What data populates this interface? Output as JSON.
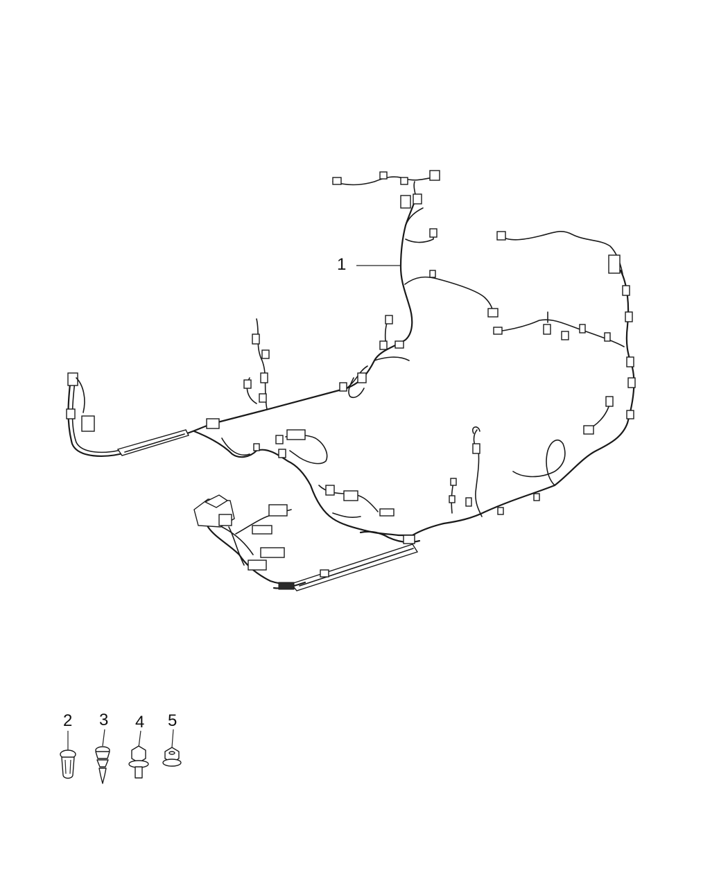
{
  "callouts": [
    {
      "id": "1",
      "label": "1"
    },
    {
      "id": "2",
      "label": "2"
    },
    {
      "id": "3",
      "label": "3"
    },
    {
      "id": "4",
      "label": "4"
    },
    {
      "id": "5",
      "label": "5"
    }
  ],
  "parts": {
    "harness": "wiring-harness",
    "p2": "push-pin-retainer",
    "p3": "christmas-tree-clip",
    "p4": "hex-flange-bolt",
    "p5": "flange-nut"
  },
  "colors": {
    "line": "#1a1a1a",
    "background": "#ffffff"
  }
}
